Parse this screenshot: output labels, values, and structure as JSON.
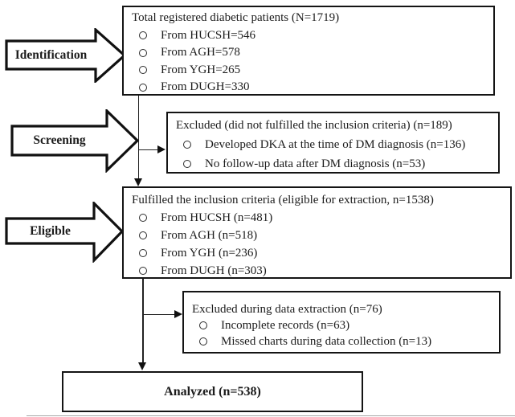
{
  "stages": [
    {
      "label": "Identification"
    },
    {
      "label": "Screening"
    },
    {
      "label": "Eligible"
    }
  ],
  "boxes": {
    "total": {
      "title": "Total registered diabetic patients (N=1719)",
      "items": [
        "From HUCSH=546",
        "From AGH=578",
        "From YGH=265",
        "From DUGH=330"
      ]
    },
    "excluded_screening": {
      "title": "Excluded (did not fulfilled the inclusion criteria) (n=189)",
      "items": [
        "Developed DKA at the time of DM diagnosis (n=136)",
        "No follow-up data after DM diagnosis (n=53)"
      ]
    },
    "fulfilled": {
      "title": "Fulfilled the inclusion criteria (eligible for extraction, n=1538)",
      "items": [
        "From HUCSH (n=481)",
        "From AGH (n=518)",
        "From YGH (n=236)",
        "From DUGH (n=303)"
      ]
    },
    "excluded_extraction": {
      "title": "Excluded during data extraction (n=76)",
      "items": [
        "Incomplete records (n=63)",
        "Missed charts during data collection (n=13)"
      ]
    },
    "analyzed": {
      "title": "Analyzed (n=538)"
    }
  },
  "colors": {
    "border": "#141414",
    "background": "#ffffff",
    "text": "#1c1c1c"
  }
}
